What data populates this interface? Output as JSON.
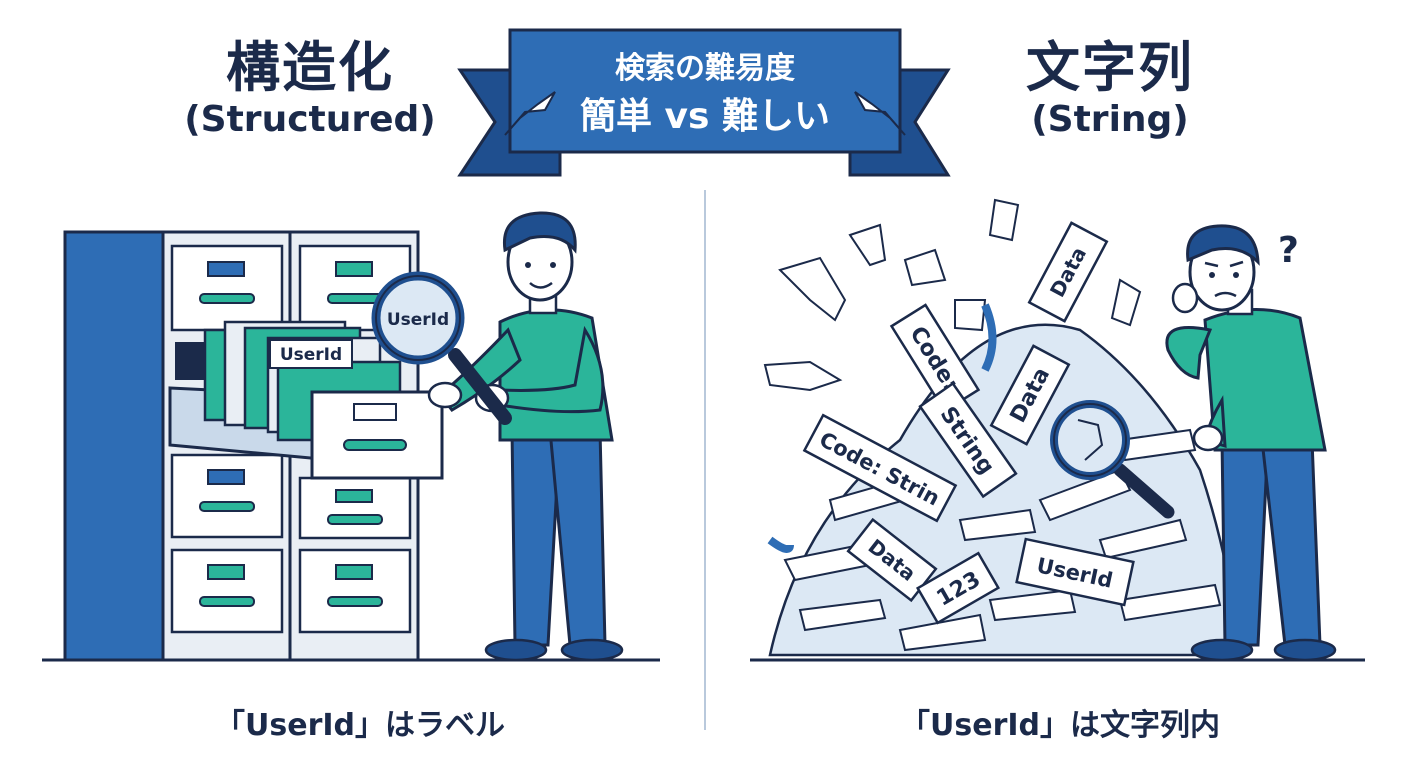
{
  "ribbon": {
    "line1": "検索の難易度",
    "line2": "簡単 vs 難しい"
  },
  "left": {
    "title": "構造化",
    "subtitle": "(Structured)",
    "folder_tab": "UserId",
    "magnifier_text": "UserId",
    "caption": "「UserId」はラベル"
  },
  "right": {
    "title": "文字列",
    "subtitle": "(String)",
    "question_mark": "?",
    "caption": "「UserId」は文字列内",
    "papers": [
      {
        "text": "Data"
      },
      {
        "text": "Code:"
      },
      {
        "text": "Data"
      },
      {
        "text": "String"
      },
      {
        "text": "Code: Strin"
      },
      {
        "text": "Data"
      },
      {
        "text": "123"
      },
      {
        "text": "UserId"
      }
    ]
  },
  "colors": {
    "navy": "#1b2a4a",
    "blue": "#2e6db5",
    "dark_blue": "#1f4f8f",
    "teal": "#2bb59a",
    "light_blue": "#dce8f4",
    "gray": "#e9eef4"
  }
}
